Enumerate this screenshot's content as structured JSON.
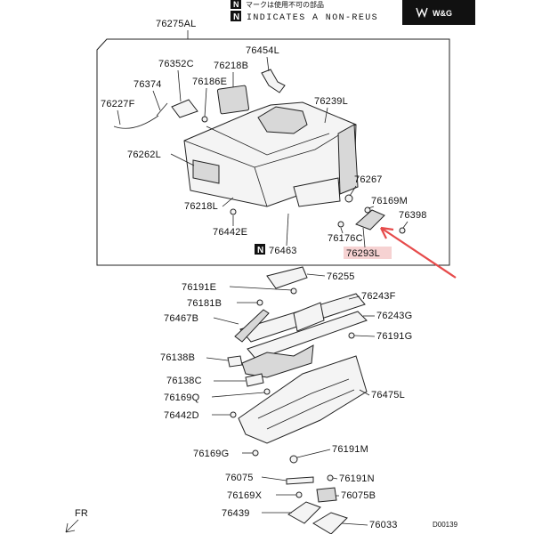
{
  "header": {
    "jp_note": "マークは使用不可の部品",
    "notice": "INDICATES A NON-REUS",
    "symbol": "N"
  },
  "logo": {
    "text": "W&G"
  },
  "colors": {
    "arrow": "#e64b4b",
    "highlight": "#f6d2d2",
    "ink": "#222222"
  },
  "top_group": {
    "frame_label": "76275AL",
    "labels": {
      "p76454L": "76454L",
      "p76352C": "76352C",
      "p76218B": "76218B",
      "p76374": "76374",
      "p76186E": "76186E",
      "p76239L": "76239L",
      "p76227F": "76227F",
      "p76262L": "76262L",
      "p76267": "76267",
      "p76169M": "76169M",
      "p76398": "76398",
      "p76218L": "76218L",
      "p76442E": "76442E",
      "p76176C": "76176C",
      "p76463": "76463",
      "p76293L": "76293L"
    }
  },
  "lower_group": {
    "labels": {
      "p76255": "76255",
      "p76191E": "76191E",
      "p76243F": "76243F",
      "p76181B": "76181B",
      "p76467B": "76467B",
      "p76243G": "76243G",
      "p76191G": "76191G",
      "p76138B": "76138B",
      "p76138C": "76138C",
      "p76475L": "76475L",
      "p76169Q": "76169Q",
      "p76442D": "76442D",
      "p76169G": "76169G",
      "p76191M": "76191M",
      "p76075": "76075",
      "p76191N": "76191N",
      "p76169X": "76169X",
      "p76075B": "76075B",
      "p76439": "76439",
      "p76033": "76033"
    }
  },
  "footer": {
    "fr_label": "FR",
    "drawing_code": "D00139"
  }
}
